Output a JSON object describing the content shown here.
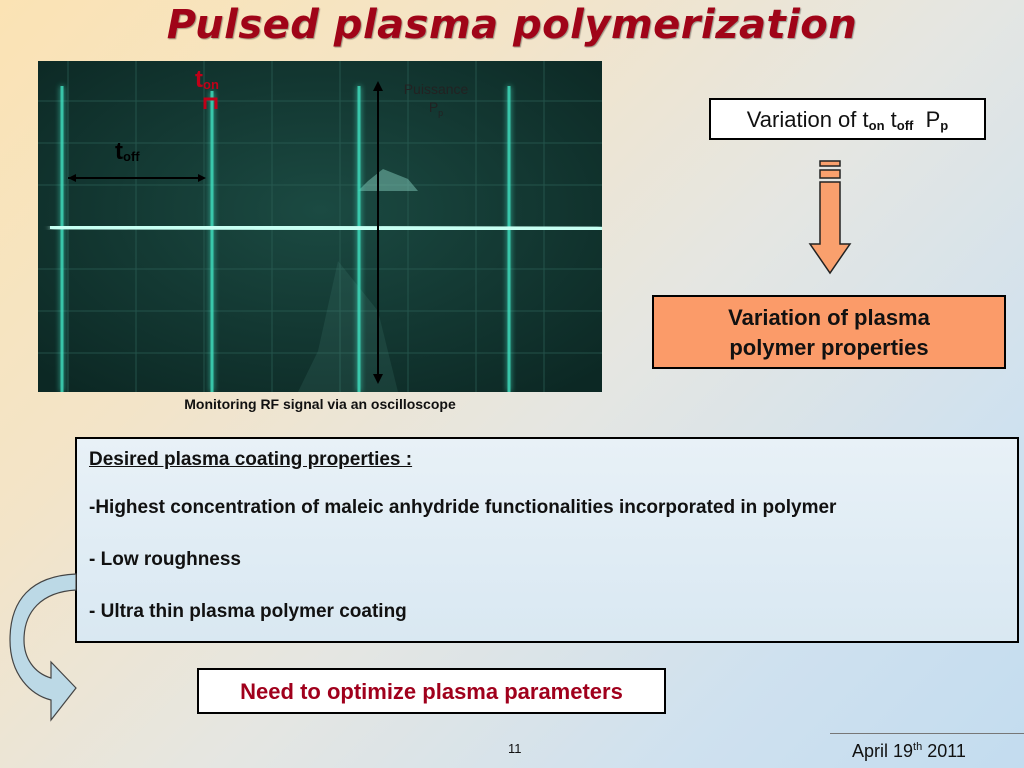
{
  "slide": {
    "title": "Pulsed plasma polymerization",
    "oscilloscope": {
      "t_on_label": "t",
      "t_on_sub": "on",
      "t_off_label": "t",
      "t_off_sub": "off",
      "power_label_line1": "Puissance",
      "power_label_line2": "P",
      "power_label_sub": "p",
      "caption": "Monitoring RF signal via an oscilloscope"
    },
    "variation_box": {
      "prefix": "Variation of t",
      "sub_on": "on",
      "mid": " t",
      "sub_off": "off",
      "p": "  P",
      "sub_p": "p"
    },
    "result_box": {
      "line1": "Variation of plasma",
      "line2": "polymer properties"
    },
    "desired": {
      "heading": "Desired plasma coating properties :",
      "items": [
        "-Highest concentration of maleic anhydride functionalities incorporated in polymer",
        "- Low roughness",
        "- Ultra thin plasma polymer coating"
      ]
    },
    "need_box": "Need to optimize plasma parameters",
    "page_number": "11",
    "date_prefix": "April 19",
    "date_sup": "th",
    "date_suffix": " 2011",
    "colors": {
      "title": "#a00418",
      "arrow_fill": "#f9a06d",
      "result_fill": "#fb9b69",
      "curved_arrow_fill": "#bcd9e6"
    }
  }
}
